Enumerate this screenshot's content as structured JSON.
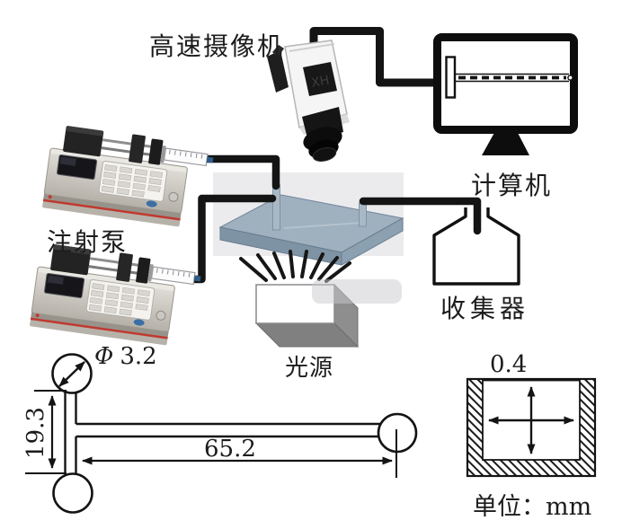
{
  "labels": {
    "camera": "高速摄像机",
    "computer": "计算机",
    "pump": "注射泵",
    "collector": "收集器",
    "light_source": "光源"
  },
  "dimensions": {
    "diameter_symbol": "Φ",
    "diameter_value": "3.2",
    "vertical_length": "19.3",
    "horizontal_length": "65.2",
    "cross_section_width": "0.4",
    "unit": "单位：mm"
  },
  "camera_logo": "XH",
  "colors": {
    "line": "#141414",
    "chip_top": "#9fb0bf",
    "chip_front": "#7e93a4",
    "backdrop_panel": "#ebebee",
    "pump_accent_red": "#c0392f"
  }
}
